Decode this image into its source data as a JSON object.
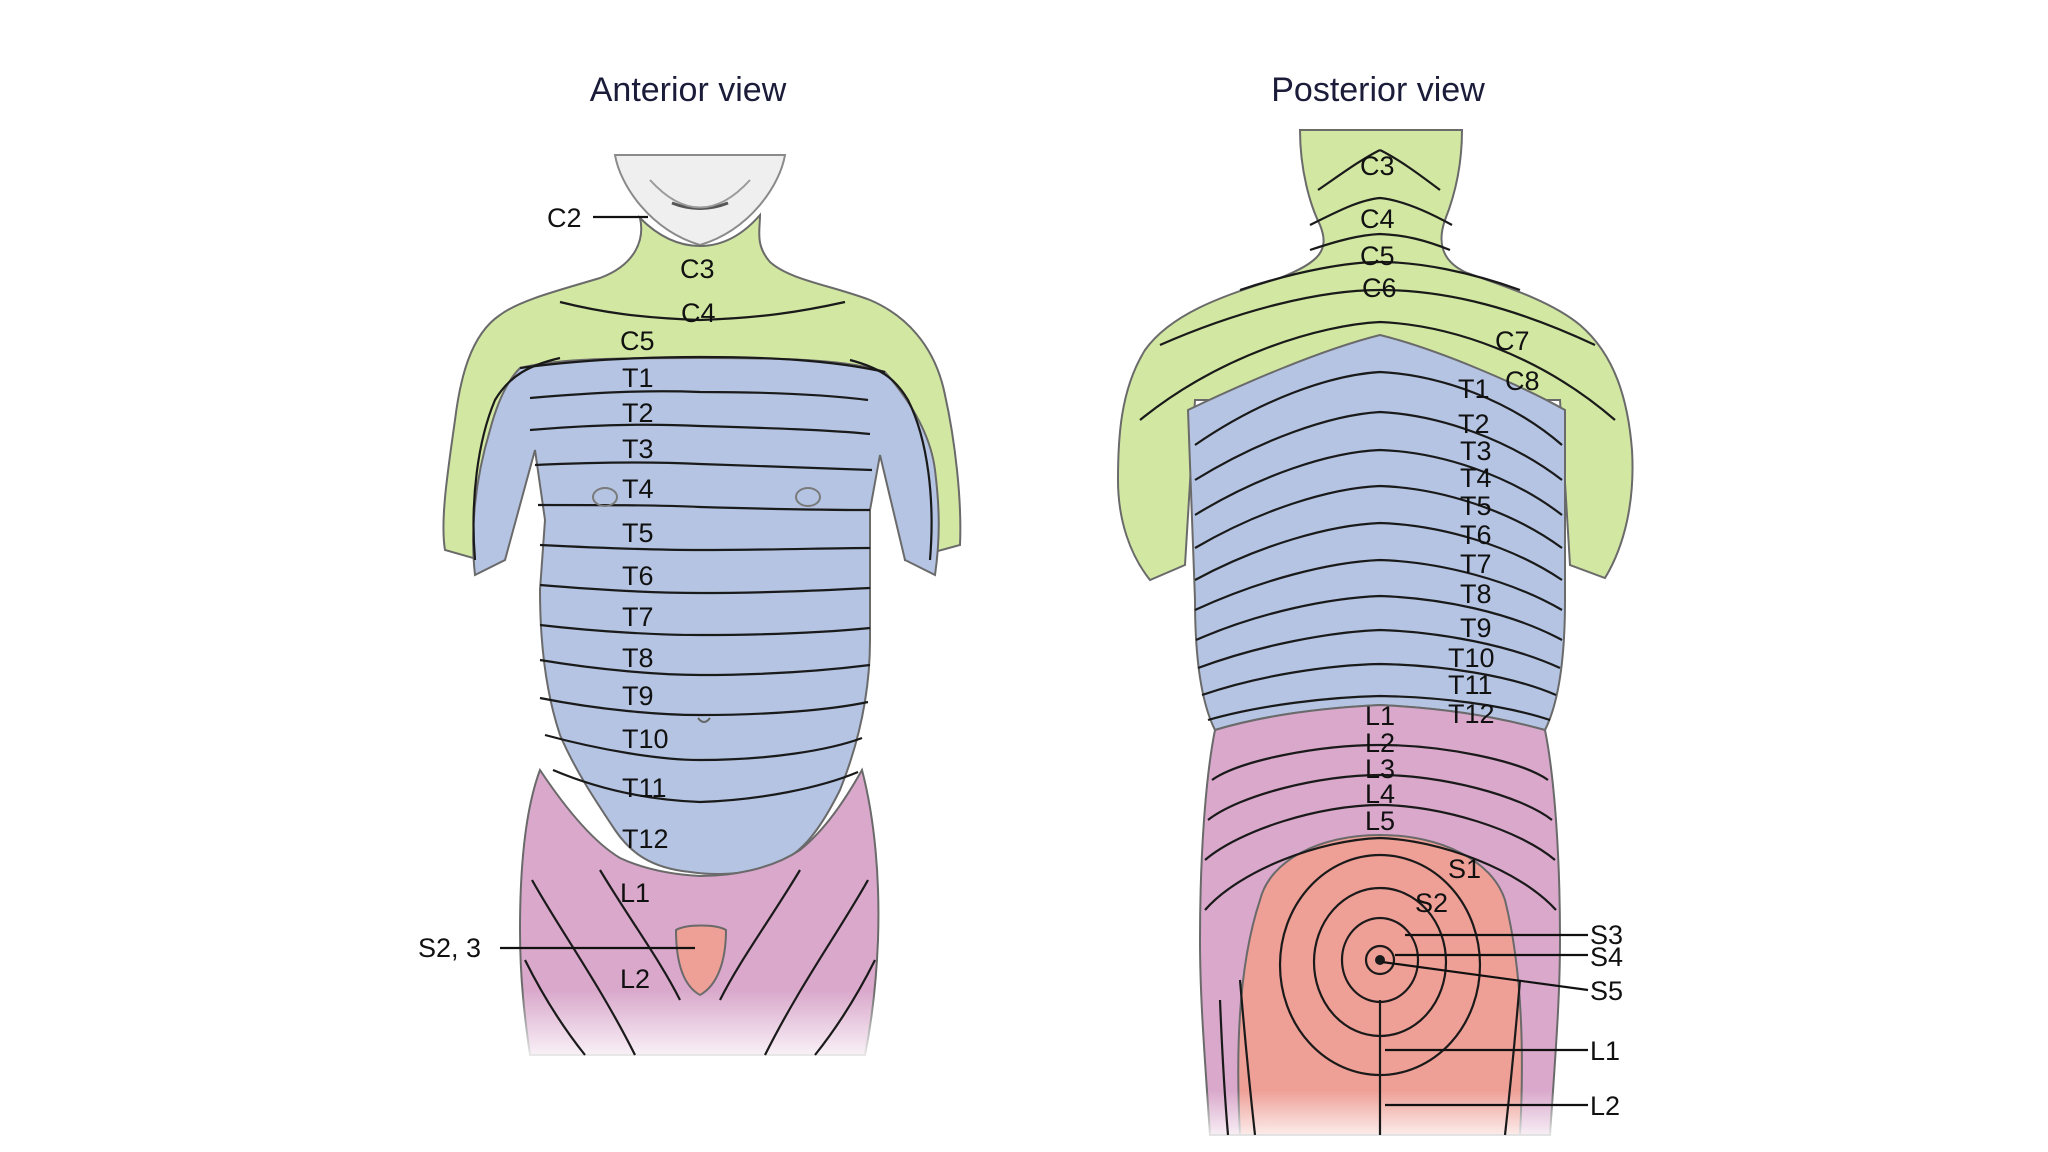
{
  "views": {
    "anterior": {
      "title": "Anterior view"
    },
    "posterior": {
      "title": "Posterior view"
    }
  },
  "labels": {
    "anterior": {
      "c2": "C2",
      "c3": "C3",
      "c4": "C4",
      "c5": "C5",
      "t1": "T1",
      "t2": "T2",
      "t3": "T3",
      "t4": "T4",
      "t5": "T5",
      "t6": "T6",
      "t7": "T7",
      "t8": "T8",
      "t9": "T9",
      "t10": "T10",
      "t11": "T11",
      "t12": "T12",
      "l1": "L1",
      "s23": "S2, 3",
      "l2": "L2"
    },
    "posterior": {
      "c3": "C3",
      "c4": "C4",
      "c5": "C5",
      "c6": "C6",
      "c7": "C7",
      "c8": "C8",
      "t1": "T1",
      "t2": "T2",
      "t3": "T3",
      "t4": "T4",
      "t5": "T5",
      "t6": "T6",
      "t7": "T7",
      "t8": "T8",
      "t9": "T9",
      "t10": "T10",
      "t11": "T11",
      "t12": "T12",
      "l1": "L1",
      "l2": "L2",
      "l3": "L3",
      "l4": "L4",
      "l5": "L5",
      "s1": "S1",
      "s2": "S2",
      "s3": "S3",
      "s4": "S4",
      "s5": "S5",
      "l1_leg": "L1",
      "l2_leg": "L2"
    }
  },
  "colors": {
    "cervical": "#d2e8a2",
    "thoracic": "#b4c4e2",
    "lumbar": "#d9a8cb",
    "sacral": "#ee9f96",
    "skin": "#e9e9e9",
    "line": "#1a1a1a"
  }
}
